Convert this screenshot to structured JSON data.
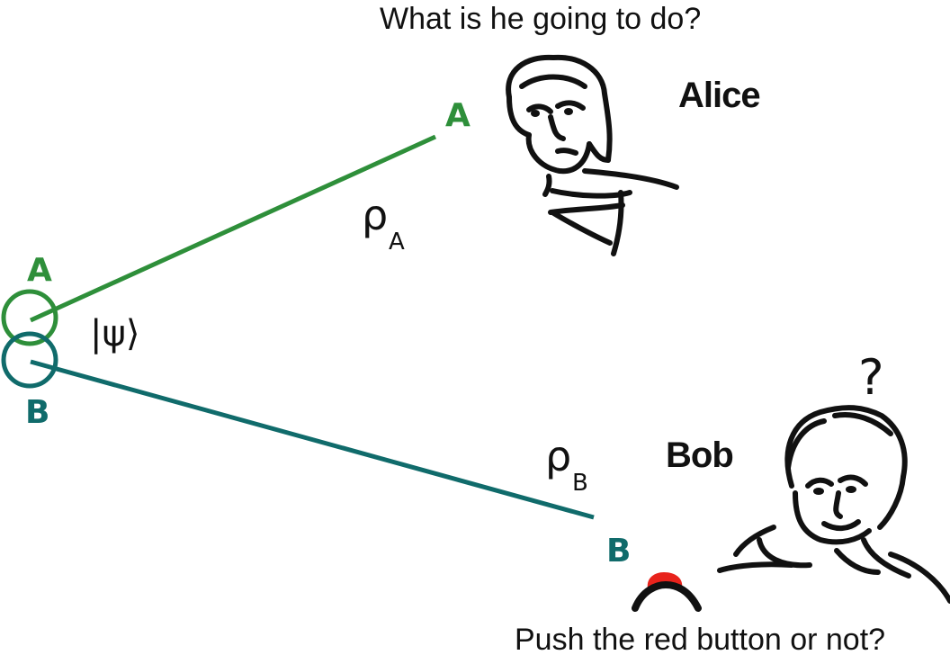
{
  "captions": {
    "alice_thought": "What is he going to do?",
    "bob_thought": "Push the red button or not?"
  },
  "names": {
    "alice": "Alice",
    "bob": "Bob"
  },
  "nodes": {
    "source_a": "A",
    "source_b": "B",
    "end_a": "A",
    "end_b": "B"
  },
  "state": {
    "ket": "|ψ⟩"
  },
  "density": {
    "alice_rho": "ρ",
    "alice_sub": "A",
    "bob_rho": "ρ",
    "bob_sub": "B"
  },
  "bob_question": "?",
  "colors": {
    "green": "#2e8f3a",
    "teal": "#106b6b",
    "button_red": "#e8231c",
    "ink": "#111111"
  }
}
